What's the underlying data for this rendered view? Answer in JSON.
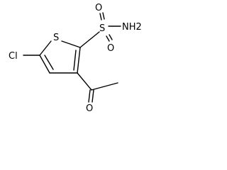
{
  "structure": {
    "atoms": {
      "ring_sulfur": "S",
      "sulfonyl_sulfur": "S",
      "sulfonyl_oxygen_top": "O",
      "sulfonyl_oxygen_bottom": "O",
      "amine": "NH2",
      "chlorine": "Cl",
      "carbonyl_oxygen": "O"
    }
  },
  "colors": {
    "bond": "#000000",
    "label": "#000000",
    "background": "#ffffff"
  }
}
